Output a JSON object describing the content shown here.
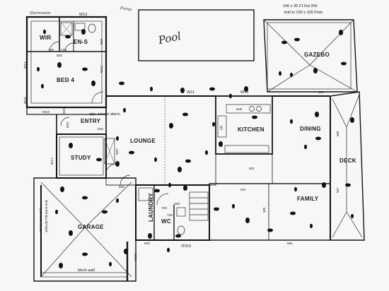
{
  "plan": {
    "rooms": {
      "bed4": "BED 4",
      "wir": "WIR",
      "ens": "EN-S",
      "entry": "ENTRY",
      "study": "STUDY",
      "lounge": "LOUNGE",
      "kitchen": "KITCHEN",
      "dining": "DINING",
      "gazebo": "GAZEBO",
      "deck": "DECK",
      "family": "FAMILY",
      "garage": "GARAGE",
      "laundry": "LAUNDRY",
      "wc": "WC"
    },
    "pool": "Pool",
    "notes": {
      "smoke_alarm": "app. smoke alarm",
      "beam": "240 x 35 F17kd 2/ht",
      "bolt": "bolt to 100 x 100 F/sts",
      "block_wall": "block wall",
      "garage_beam_1": "2/240x35 F17kd",
      "garage_beam_2": "4/90x35 FB each end",
      "bed4_handwritten": "Storeroom",
      "pump_handwritten": "Pump",
      "hws": "HWS",
      "sink": "sink",
      "pantry": "pty"
    },
    "dims": {
      "d820_wir": "820",
      "d720_wir": "720",
      "d720_ens": "720",
      "d820_ens": "820",
      "d820_bed4": "820",
      "d820_entry_a": "820",
      "d820_entry_b": "820",
      "d820_study": "820",
      "d820_lounge": "820",
      "d720_laundry": "720",
      "d820_laundry": "820",
      "d720_wc": "720",
      "d820_sub": "820"
    },
    "walls": {
      "w13": "W13",
      "w14": "W14",
      "w12": "W12",
      "w15": "W15",
      "w16": "W16",
      "w11": "W11",
      "w10": "W10",
      "w9": "W9",
      "w8": "W8",
      "w7": "W7",
      "w6": "W6",
      "w5": "W5",
      "w4": "W4",
      "w3": "W3",
      "w17": "W17",
      "w18": "W18"
    }
  }
}
